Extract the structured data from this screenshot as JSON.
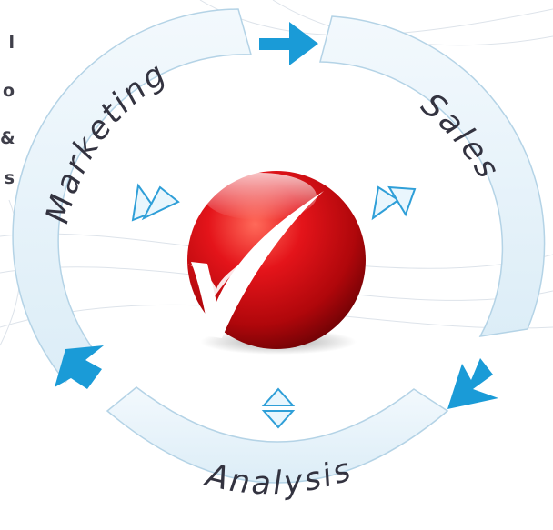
{
  "cycle": {
    "segments": [
      {
        "id": "marketing",
        "label": "Marketing"
      },
      {
        "id": "sales",
        "label": "Sales"
      },
      {
        "id": "analysis",
        "label": "Analysis"
      }
    ],
    "center": {
      "icon": "red-checkmark-sphere-icon"
    }
  },
  "side_text": [
    "l",
    "o",
    "&",
    "s"
  ],
  "colors": {
    "ring_fill": "#eaf5fb",
    "ring_stroke": "#b4d3e6",
    "arrow": "#1a9bd7",
    "sphere_red": "#c00b10",
    "connector": "#2f9fd8"
  }
}
